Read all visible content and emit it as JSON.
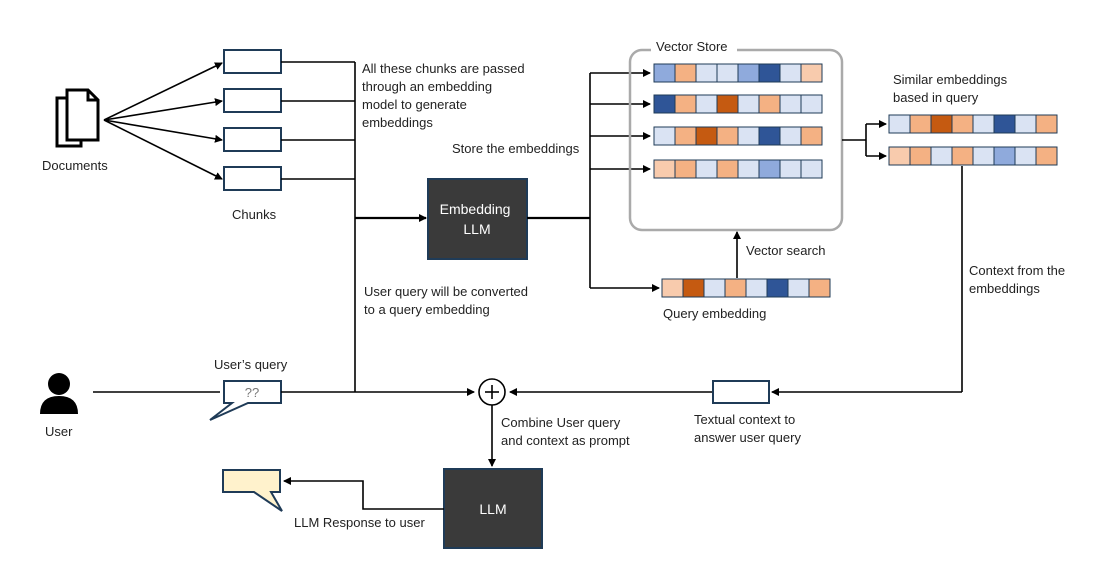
{
  "labels": {
    "documents": "Documents",
    "chunks": "Chunks",
    "chunks_note": [
      "All these chunks are passed",
      "through an embedding",
      "model to generate",
      "embeddings"
    ],
    "store_embeddings": "Store the embeddings",
    "embedding_llm": [
      "Embedding",
      "LLM"
    ],
    "vector_store": "Vector Store",
    "similar_embeddings": [
      "Similar embeddings",
      "based in query"
    ],
    "vector_search": "Vector search",
    "query_embedding": "Query embedding",
    "context_from": [
      "Context from the",
      "embeddings"
    ],
    "user_query_note": [
      "User query will be converted",
      "to a query embedding"
    ],
    "users_query": "User’s query",
    "query_bubble": "??",
    "user": "User",
    "combine": [
      "Combine User query",
      "and context as prompt"
    ],
    "textual_context": [
      "Textual context to",
      "answer user query"
    ],
    "llm": "LLM",
    "llm_response": "LLM Response to user"
  },
  "colors": {
    "line": "#000000",
    "dark_box": "#3a3a3a",
    "light_blue": "#dae3f3",
    "mid_blue": "#8faadc",
    "dark_blue": "#2f5597",
    "light_orange": "#f8cbad",
    "mid_orange": "#f4b183",
    "dark_orange": "#c55a11",
    "response_fill": "#fff2cc",
    "store_border": "#aaaaaa"
  },
  "vectors": {
    "store": [
      [
        "mid_blue",
        "mid_orange",
        "light_blue",
        "light_blue",
        "mid_blue",
        "dark_blue",
        "light_blue",
        "light_orange"
      ],
      [
        "dark_blue",
        "mid_orange",
        "light_blue",
        "dark_orange",
        "light_blue",
        "mid_orange",
        "light_blue",
        "light_blue"
      ],
      [
        "light_blue",
        "mid_orange",
        "dark_orange",
        "mid_orange",
        "light_blue",
        "dark_blue",
        "light_blue",
        "mid_orange"
      ],
      [
        "light_orange",
        "mid_orange",
        "light_blue",
        "mid_orange",
        "light_blue",
        "mid_blue",
        "light_blue",
        "light_blue"
      ]
    ],
    "similar": [
      [
        "light_blue",
        "mid_orange",
        "dark_orange",
        "mid_orange",
        "light_blue",
        "dark_blue",
        "light_blue",
        "mid_orange"
      ],
      [
        "light_orange",
        "mid_orange",
        "light_blue",
        "mid_orange",
        "light_blue",
        "mid_blue",
        "light_blue",
        "mid_orange"
      ]
    ],
    "query": [
      "light_orange",
      "dark_orange",
      "light_blue",
      "mid_orange",
      "light_blue",
      "dark_blue",
      "light_blue",
      "mid_orange"
    ]
  }
}
